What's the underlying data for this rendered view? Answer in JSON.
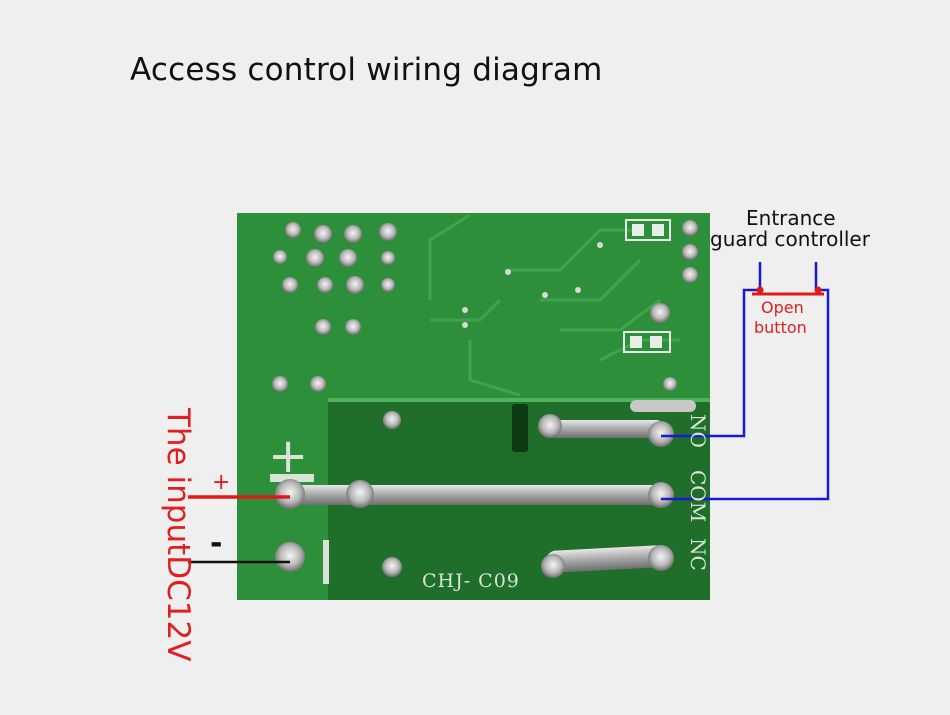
{
  "title": "Access control wiring diagram",
  "labels": {
    "entrance_line1": "Entrance",
    "entrance_line2": "guard controller",
    "open_line1": "Open",
    "open_line2": "button",
    "input": "The inputDC12V",
    "plus": "+",
    "minus": "-"
  },
  "board": {
    "model": "CHJ- C09",
    "terminal_no": "NO",
    "terminal_com": "COM",
    "terminal_nc": "NC",
    "silk_plus": "+"
  },
  "colors": {
    "background": "#efefef",
    "pcb": "#2e8f3a",
    "pcb_dark": "#1f6e2a",
    "wire_red": "#e01818",
    "wire_blue": "#1a1ad6",
    "wire_black": "#111111",
    "label_red": "#e02020"
  }
}
